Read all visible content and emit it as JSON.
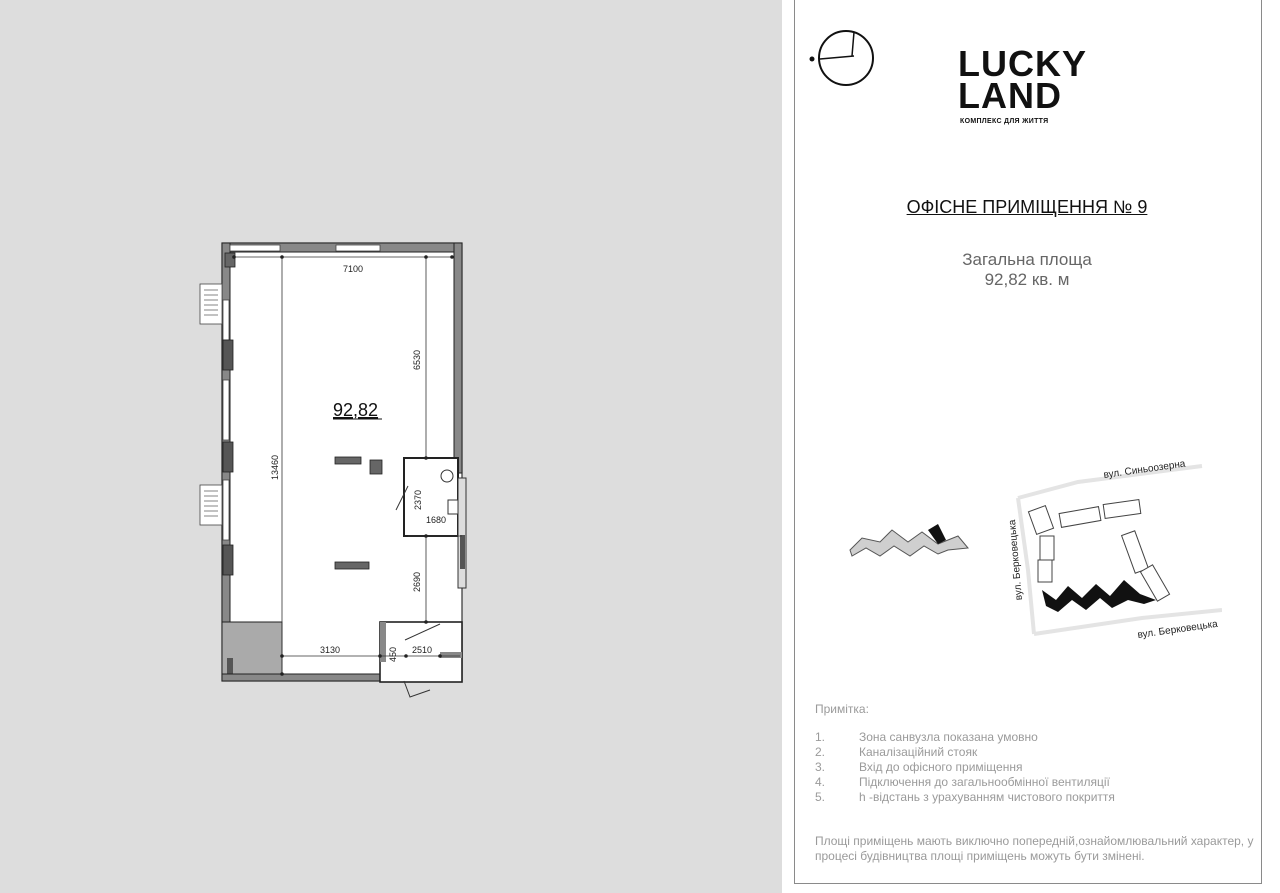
{
  "plan": {
    "room_area": "92,82",
    "dimensions": {
      "top_width": "7100",
      "right_upper": "6530",
      "left_height": "13460",
      "wc_height": "2370",
      "wc_width": "1680",
      "right_lower": "2690",
      "bottom_left": "3130",
      "bottom_mid": "450",
      "bottom_right": "2510"
    }
  },
  "brand": {
    "line1": "LUCKY",
    "line2": "LAND",
    "tagline": "КОМПЛЕКС ДЛЯ ЖИТТЯ"
  },
  "sheet": {
    "title": "ОФІСНЕ ПРИМІЩЕННЯ № 9",
    "area_label": "Загальна площа",
    "area_value": "92,82 кв. м"
  },
  "site_plan": {
    "street_top": "вул. Синьоозерна",
    "street_left": "вул. Берковецька",
    "street_bottom": "вул. Берковецька"
  },
  "notes": {
    "title": "Примітка:",
    "items": [
      {
        "num": "1.",
        "text": "Зона санвузла показана умовно"
      },
      {
        "num": "2.",
        "text": "Каналізаційний стояк"
      },
      {
        "num": "3.",
        "text": "Вхід до офісного приміщення"
      },
      {
        "num": "4.",
        "text": "Підключення до загальнообмінної вентиляції"
      },
      {
        "num": "5.",
        "text": "h  -відстань з урахуванням чистового покриття"
      }
    ],
    "disclaimer": "Площі приміщень мають виключно попередній,ознайомлювальний характер, у процесі будівництва площі приміщень можуть бути змінені."
  }
}
